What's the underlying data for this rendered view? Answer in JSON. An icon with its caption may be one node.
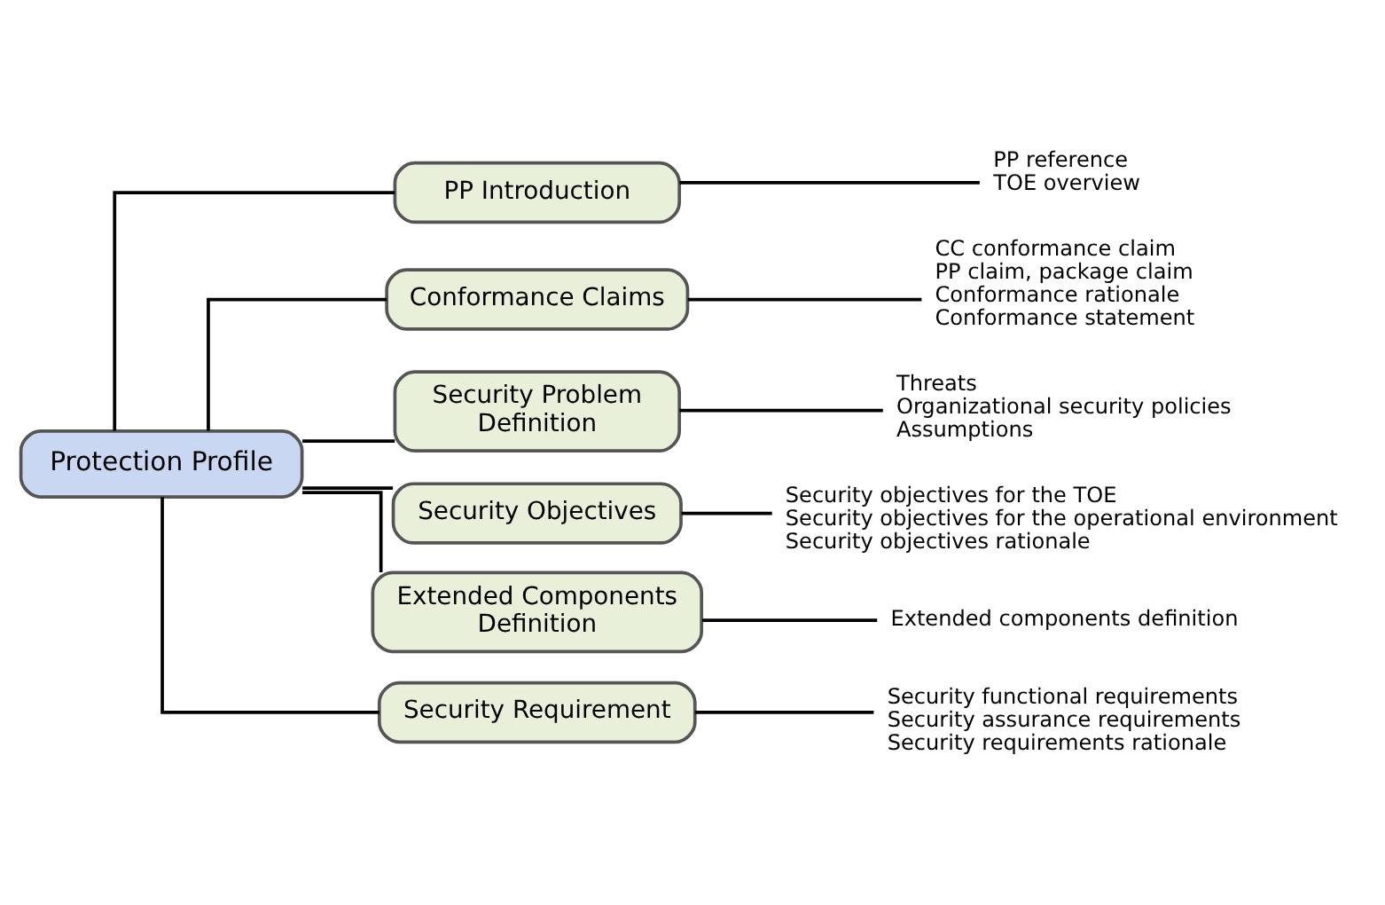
{
  "diagram": {
    "nodes": [
      {
        "text": [
          "Protection Profile"
        ]
      },
      {
        "text": [
          "PP Introduction"
        ]
      },
      {
        "text": [
          "PP reference",
          "TOE overview"
        ]
      },
      {
        "text": [
          "Conformance Claims"
        ]
      },
      {
        "text": [
          "CC conformance claim",
          "PP claim, package claim",
          "Conformance rationale",
          "Conformance statement"
        ]
      },
      {
        "text": [
          "Security Problem Definition"
        ]
      },
      {
        "text": [
          "Threats",
          "Organizational security policies",
          "Assumptions"
        ]
      },
      {
        "text": [
          "Security Objectives"
        ]
      },
      {
        "text": [
          "Security objectives for the TOE",
          "Security objectives for the operational environment",
          "Security objectives rationale"
        ]
      },
      {
        "text": [
          "Extended Components Definition"
        ]
      },
      {
        "text": [
          "Extended components definition"
        ]
      },
      {
        "text": [
          "Security Requirement"
        ]
      },
      {
        "text": [
          "Security functional requirements",
          "Security assurance requirements",
          "Security requirements rationale"
        ]
      }
    ],
    "edges": [
      {
        "from": 0,
        "to": 1,
        "arrow": "none"
      },
      {
        "from": 1,
        "to": 2,
        "arrow": "none"
      },
      {
        "from": 0,
        "to": 3,
        "arrow": "none"
      },
      {
        "from": 3,
        "to": 4,
        "arrow": "none"
      },
      {
        "from": 0,
        "to": 5,
        "arrow": "none"
      },
      {
        "from": 5,
        "to": 6,
        "arrow": "none"
      },
      {
        "from": 0,
        "to": 7,
        "arrow": "none"
      },
      {
        "from": 7,
        "to": 8,
        "arrow": "none"
      },
      {
        "from": 0,
        "to": 9,
        "arrow": "none"
      },
      {
        "from": 9,
        "to": 10,
        "arrow": "none"
      },
      {
        "from": 0,
        "to": 11,
        "arrow": "none"
      },
      {
        "from": 11,
        "to": 12,
        "arrow": "none"
      }
    ]
  }
}
